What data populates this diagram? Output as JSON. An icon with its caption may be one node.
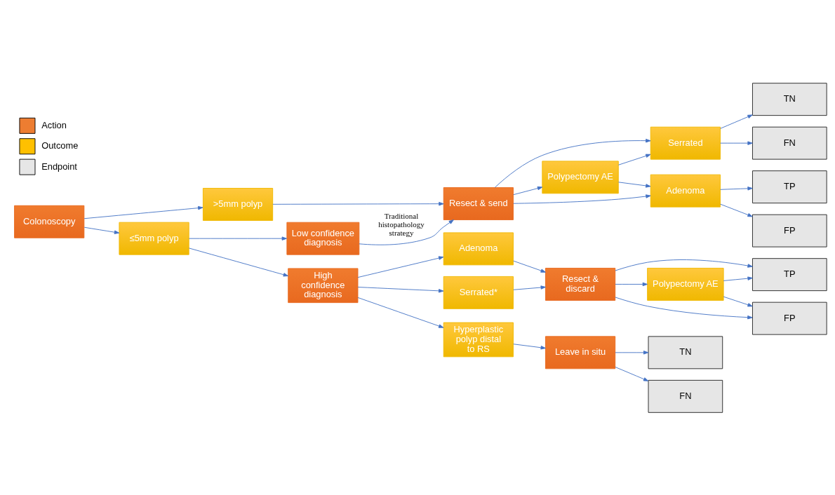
{
  "diagram": {
    "nodes": [
      {
        "text": [
          "Colonoscopy"
        ]
      },
      {
        "text": [
          "≤5mm polyp"
        ]
      },
      {
        "text": [
          ">5mm polyp"
        ]
      },
      {
        "text": [
          "High confidence diagnosis"
        ]
      },
      {
        "text": [
          "Low confidence diagnosis"
        ]
      },
      {
        "text": [
          "Hyperplastic polyp distal to RS"
        ]
      },
      {
        "text": [
          "Serrated*"
        ]
      },
      {
        "text": [
          "Adenoma"
        ]
      },
      {
        "text": [
          "Leave in situ"
        ]
      },
      {
        "text": [
          "Resect & discard"
        ]
      },
      {
        "text": [
          "Polypectomy AE"
        ]
      },
      {
        "text": [
          "TN"
        ]
      },
      {
        "text": [
          "FN"
        ]
      },
      {
        "text": [
          "TP"
        ]
      },
      {
        "text": [
          "FP"
        ]
      },
      {
        "text": [
          "Resect & send"
        ]
      },
      {
        "text": [
          "Polypectomy AE"
        ]
      },
      {
        "text": [
          "Serrated"
        ]
      },
      {
        "text": [
          "Adenoma"
        ]
      },
      {
        "text": [
          "TN"
        ]
      },
      {
        "text": [
          "FN"
        ]
      },
      {
        "text": [
          "TP"
        ]
      },
      {
        "text": [
          "FP"
        ]
      }
    ],
    "edges": [
      {
        "from": 0,
        "to": 1,
        "arrow": "to"
      },
      {
        "from": 0,
        "to": 2,
        "arrow": "to"
      },
      {
        "from": 1,
        "to": 3,
        "arrow": "to"
      },
      {
        "from": 1,
        "to": 4,
        "arrow": "to"
      },
      {
        "from": 3,
        "to": 5,
        "arrow": "to"
      },
      {
        "from": 3,
        "to": 6,
        "arrow": "to"
      },
      {
        "from": 3,
        "to": 7,
        "arrow": "to"
      },
      {
        "from": 5,
        "to": 8,
        "arrow": "to"
      },
      {
        "from": 6,
        "to": 9,
        "arrow": "to"
      },
      {
        "from": 7,
        "to": 9,
        "arrow": "to"
      },
      {
        "from": 8,
        "to": 11,
        "arrow": "to"
      },
      {
        "from": 8,
        "to": 12,
        "arrow": "to"
      },
      {
        "from": 9,
        "to": 13,
        "arrow": "to"
      },
      {
        "from": 9,
        "to": 14,
        "arrow": "to"
      },
      {
        "from": 9,
        "to": 10,
        "arrow": "to"
      },
      {
        "from": 10,
        "to": 13,
        "arrow": "to"
      },
      {
        "from": 10,
        "to": 14,
        "arrow": "to"
      },
      {
        "from": 4,
        "to": 15,
        "arrow": "to",
        "label": "Traditional histopathology strategy"
      },
      {
        "from": 2,
        "to": 15,
        "arrow": "to"
      },
      {
        "from": 15,
        "to": 16,
        "arrow": "to"
      },
      {
        "from": 15,
        "to": 17,
        "arrow": "to"
      },
      {
        "from": 15,
        "to": 18,
        "arrow": "to"
      },
      {
        "from": 16,
        "to": 17,
        "arrow": "to"
      },
      {
        "from": 16,
        "to": 18,
        "arrow": "to"
      },
      {
        "from": 17,
        "to": 19,
        "arrow": "to"
      },
      {
        "from": 17,
        "to": 20,
        "arrow": "to"
      },
      {
        "from": 18,
        "to": 21,
        "arrow": "to"
      },
      {
        "from": 18,
        "to": 22,
        "arrow": "to"
      }
    ],
    "legend": [
      {
        "text": "Action",
        "color": "#ed7d31"
      },
      {
        "text": "Outcome",
        "color": "#ffc000"
      },
      {
        "text": "Endpoint",
        "color": "#e6e6e6"
      }
    ]
  }
}
